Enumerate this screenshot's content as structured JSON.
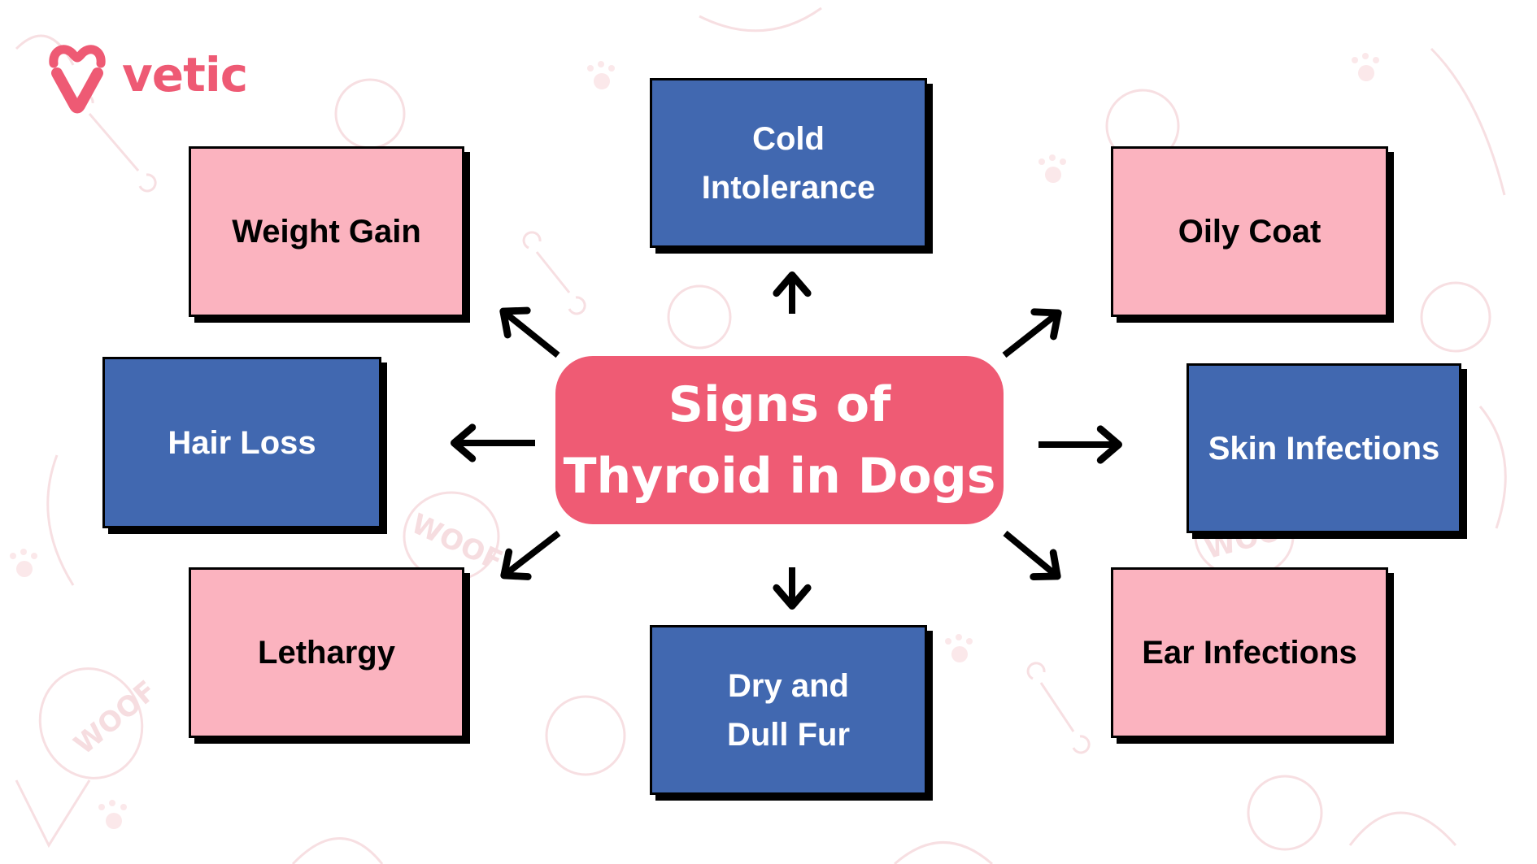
{
  "brand": {
    "name": "vetic",
    "logo_icon": "heart-v-logo-icon",
    "color": "#ee5a74"
  },
  "diagram": {
    "title": "Signs of\nThyroid in Dogs",
    "center_color": "#ef5b74",
    "colors": {
      "pink": "#fbb3bf",
      "blue": "#4168b0",
      "arrow": "#000000"
    },
    "nodes": [
      {
        "id": "weight-gain",
        "label": "Weight Gain",
        "style": "pink",
        "direction": "up-left"
      },
      {
        "id": "cold-intolerance",
        "label": "Cold\nIntolerance",
        "style": "blue",
        "direction": "up"
      },
      {
        "id": "oily-coat",
        "label": "Oily Coat",
        "style": "pink",
        "direction": "up-right"
      },
      {
        "id": "hair-loss",
        "label": "Hair Loss",
        "style": "blue",
        "direction": "left"
      },
      {
        "id": "skin-infections",
        "label": "Skin Infections",
        "style": "blue",
        "direction": "right"
      },
      {
        "id": "lethargy",
        "label": "Lethargy",
        "style": "pink",
        "direction": "down-left"
      },
      {
        "id": "dry-dull-fur",
        "label": "Dry and\nDull Fur",
        "style": "blue",
        "direction": "down"
      },
      {
        "id": "ear-infections",
        "label": "Ear Infections",
        "style": "pink",
        "direction": "down-right"
      }
    ],
    "background_doodle_text": "WOOF"
  }
}
